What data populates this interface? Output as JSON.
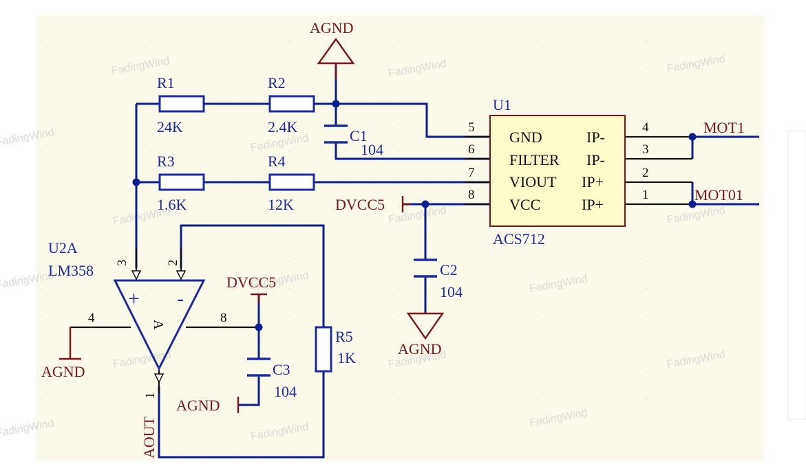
{
  "watermark": "FadingWind",
  "colors": {
    "canvas": "#fbf9e9",
    "wire": "#0b1d8f",
    "component": "#1d2a9c",
    "power": "#7b1518",
    "pin": "#111111",
    "ic_fill": "#fdfcc9",
    "grid_dot": "#e3e0c7"
  },
  "components": {
    "r1": {
      "ref": "R1",
      "value": "24K"
    },
    "r2": {
      "ref": "R2",
      "value": "2.4K"
    },
    "r3": {
      "ref": "R3",
      "value": "1.6K"
    },
    "r4": {
      "ref": "R4",
      "value": "12K"
    },
    "r5": {
      "ref": "R5",
      "value": "1K"
    },
    "c1": {
      "ref": "C1",
      "value": "104"
    },
    "c2": {
      "ref": "C2",
      "value": "104"
    },
    "c3": {
      "ref": "C3",
      "value": "104"
    },
    "u1": {
      "ref": "U1",
      "part": "ACS712",
      "left_pins": [
        {
          "num": "5",
          "name": "GND"
        },
        {
          "num": "6",
          "name": "FILTER"
        },
        {
          "num": "7",
          "name": "VIOUT"
        },
        {
          "num": "8",
          "name": "VCC"
        }
      ],
      "right_pins": [
        {
          "num": "4",
          "name": "IP-"
        },
        {
          "num": "3",
          "name": "IP-"
        },
        {
          "num": "2",
          "name": "IP+"
        },
        {
          "num": "1",
          "name": "IP+"
        }
      ]
    },
    "u2a": {
      "ref": "U2A",
      "part": "LM358",
      "inner_label": "A",
      "plus": "+",
      "minus": "-",
      "pins": {
        "in_plus": "3",
        "in_minus": "2",
        "vcc": "8",
        "gnd": "4",
        "out": "1"
      }
    }
  },
  "nets": {
    "agnd": "AGND",
    "dvcc5": "DVCC5",
    "mot1": "MOT1",
    "mot01": "MOT01",
    "aout": "AOUT"
  }
}
